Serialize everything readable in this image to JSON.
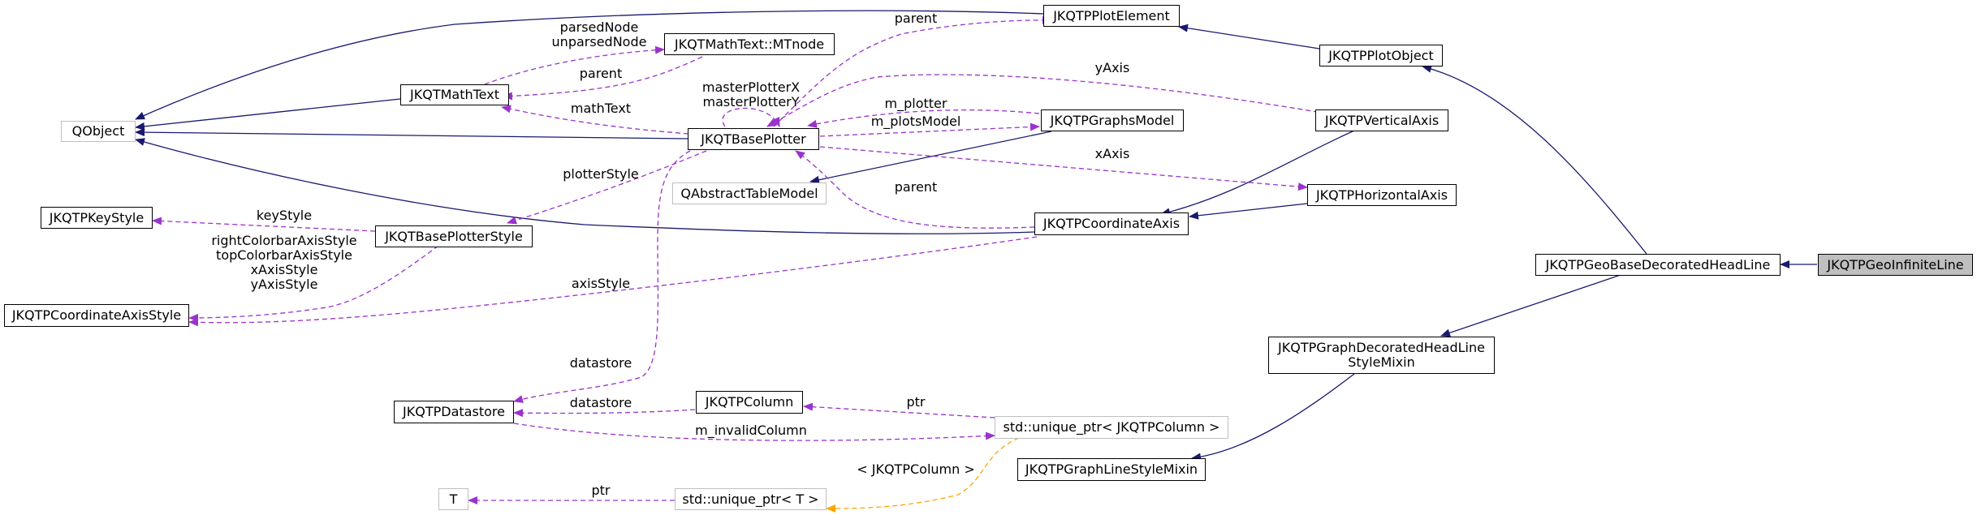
{
  "colors": {
    "inheritance": "#191970",
    "usage": "#9a32cd",
    "template": "#ffa500",
    "focus_fill": "#bfbfbf",
    "external_border": "#bfbfbf"
  },
  "nodes": {
    "qobject": "QObject",
    "jkqtmathtext": "JKQTMathText",
    "mtnode": "JKQTMathText::MTnode",
    "plotelement": "JKQTPPlotElement",
    "plotobject": "JKQTPPlotObject",
    "baseplotter": "JKQTBasePlotter",
    "graphsmodel": "JKQTPGraphsModel",
    "verticalaxis": "JKQTPVerticalAxis",
    "abstracttablemodel": "QAbstractTableModel",
    "horizontalaxis": "JKQTPHorizontalAxis",
    "keystyle": "JKQTPKeyStyle",
    "plotterstyle": "JKQTBasePlotterStyle",
    "coordinateaxis": "JKQTPCoordinateAxis",
    "coordinateaxisstyle": "JKQTPCoordinateAxisStyle",
    "geobase": "JKQTPGeoBaseDecoratedHeadLine",
    "geoinfinite": "JKQTPGeoInfiniteLine",
    "decoratedmixin": [
      "JKQTPGraphDecoratedHeadLine",
      "StyleMixin"
    ],
    "datastore": "JKQTPDatastore",
    "column": "JKQTPColumn",
    "uniqueptr_column": "std::unique_ptr< JKQTPColumn >",
    "linestylemixin": "JKQTPGraphLineStyleMixin",
    "t": "T",
    "uniqueptr_t": "std::unique_ptr< T >"
  },
  "edge_labels": {
    "parsednode": [
      "parsedNode",
      "unparsedNode"
    ],
    "parent_plotelement": "parent",
    "parent_mathtext": "parent",
    "masterplotter": [
      "masterPlotterX",
      "masterPlotterY"
    ],
    "yaxis": "yAxis",
    "mathtext": "mathText",
    "m_plotter": "m_plotter",
    "m_plotsmodel": "m_plotsModel",
    "xaxis": "xAxis",
    "plotterstyle": "plotterStyle",
    "keystyle": "keyStyle",
    "parent_coordaxis": "parent",
    "axisstyles": [
      "rightColorbarAxisStyle",
      "topColorbarAxisStyle",
      "xAxisStyle",
      "yAxisStyle"
    ],
    "axisstyle": "axisStyle",
    "datastore_plotter": "datastore",
    "ptr_column": "ptr",
    "datastore_column": "datastore",
    "m_invalidcolumn": "m_invalidColumn",
    "template_arg": "< JKQTPColumn >",
    "ptr_t": "ptr"
  }
}
